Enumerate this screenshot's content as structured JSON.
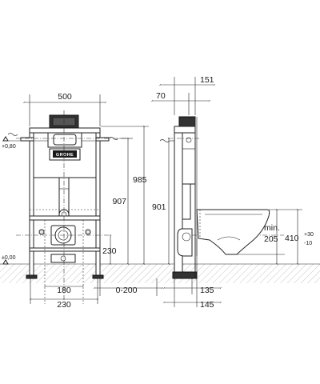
{
  "brand": "GROHE",
  "dimensions": {
    "front_width": "500",
    "left_height_level": "+0,80",
    "left_floor_level": "±0,00",
    "height_907": "907",
    "height_985": "985",
    "height_230": "230",
    "bottom_180": "180",
    "bottom_230": "230",
    "bottom_0_200": "0-200",
    "side_151": "151",
    "side_70": "70",
    "side_901": "901",
    "side_135": "135",
    "side_145": "145",
    "bowl_min": "min.",
    "bowl_205": "205",
    "bowl_410": "410",
    "bowl_tol_plus": "+30",
    "bowl_tol_minus": "-10"
  }
}
